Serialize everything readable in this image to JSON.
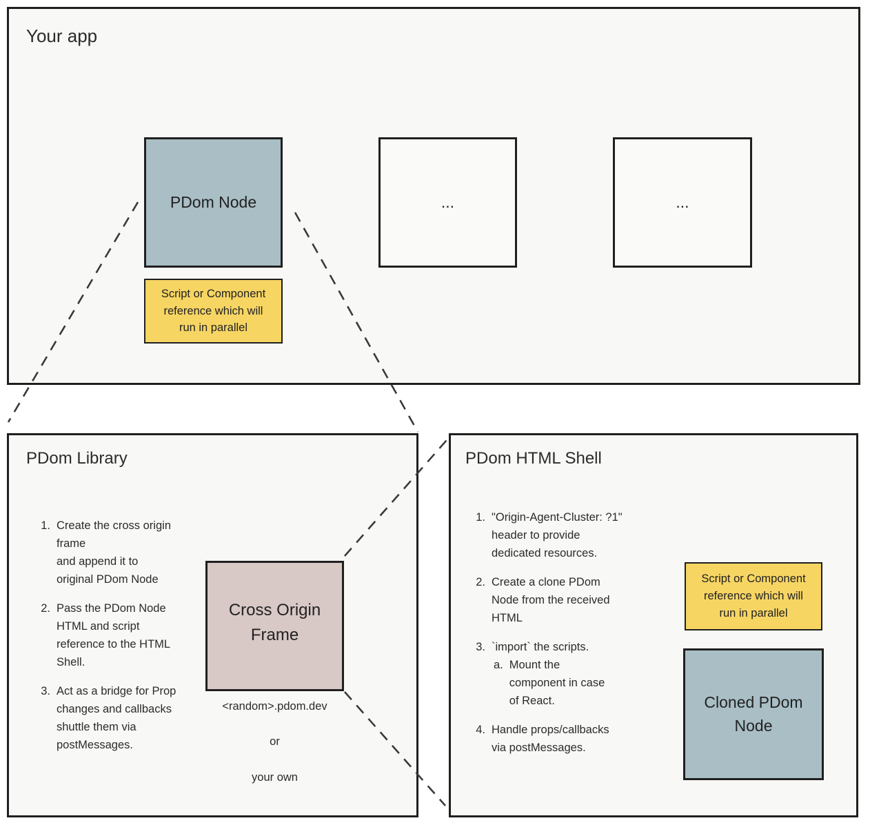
{
  "colors": {
    "panel_fill": "#f8f8f6",
    "border": "#1f1f1f",
    "node_blue": "#a9bec5",
    "note_yellow": "#f6d563",
    "frame_pink": "#d8c8c6",
    "dash_line": "#3a3a3a"
  },
  "app": {
    "title": "Your app",
    "node_label": "PDom Node",
    "script_note": "Script or Component\nreference which will\nrun in parallel",
    "placeholder_1": "...",
    "placeholder_2": "..."
  },
  "library": {
    "title": "PDom Library",
    "steps": [
      {
        "num": "1.",
        "text": "Create the cross origin\nframe\nand append it to\noriginal PDom Node"
      },
      {
        "num": "2.",
        "text": "Pass the PDom Node\nHTML and script\nreference to the HTML\nShell."
      },
      {
        "num": "3.",
        "text": "Act as a bridge for Prop\nchanges and callbacks\nshuttle them via\npostMessages."
      }
    ],
    "frame": {
      "title": "Cross Origin\nFrame",
      "line1": "<random>.pdom.dev",
      "line2": "or",
      "line3": "your own"
    }
  },
  "shell": {
    "title": "PDom HTML Shell",
    "steps": [
      {
        "num": "1.",
        "text": "\"Origin-Agent-Cluster: ?1\"\nheader to provide\ndedicated resources."
      },
      {
        "num": "2.",
        "text": "Create a clone PDom\nNode from the received\nHTML"
      },
      {
        "num": "3.",
        "text": "`import` the scripts."
      },
      {
        "num": "4.",
        "text": "Handle props/callbacks\nvia postMessages."
      }
    ],
    "substep": {
      "num": "a.",
      "text": "Mount the\ncomponent in case\nof React."
    },
    "script_note": "Script or Component\nreference which will\nrun in parallel",
    "cloned_label": "Cloned PDom\nNode"
  }
}
